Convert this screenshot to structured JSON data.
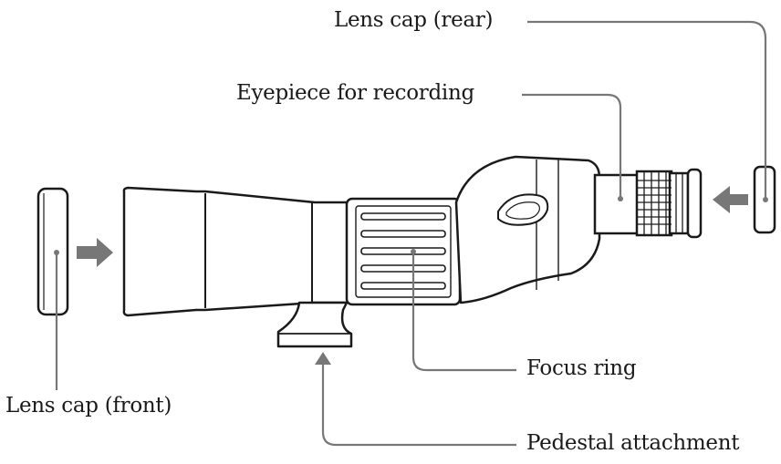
{
  "figure": {
    "corner_mark": ""
  },
  "labels": {
    "lens_cap_rear": "Lens cap (rear)",
    "eyepiece": "Eyepiece for recording",
    "focus_ring": "Focus ring",
    "lens_cap_front": "Lens cap (front)",
    "pedestal": "Pedestal attachment"
  },
  "colors": {
    "outline": "#1a1a1a",
    "leader": "#777777",
    "arrow": "#777777",
    "fill": "#ffffff"
  }
}
